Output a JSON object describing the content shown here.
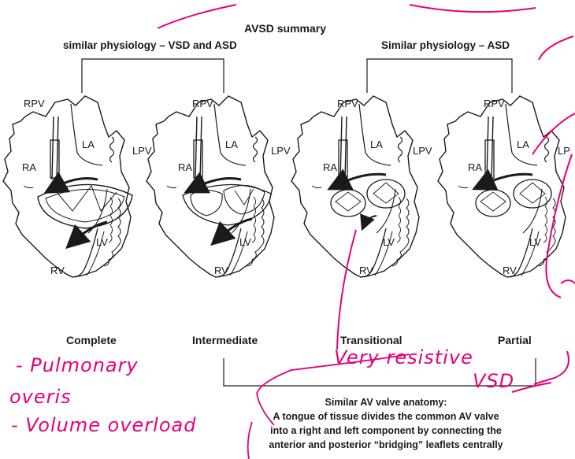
{
  "title": "AVSD summary",
  "brackets": [
    {
      "label": "similar physiology – VSD and ASD"
    },
    {
      "label": "Similar physiology – ASD"
    }
  ],
  "hearts": [
    {
      "caption": "Complete",
      "labels": {
        "rpv": "RPV",
        "la": "LA",
        "lpv": "LPV",
        "ra": "RA",
        "lv": "LV",
        "rv": "RV"
      }
    },
    {
      "caption": "Intermediate",
      "labels": {
        "rpv": "RPV",
        "la": "LA",
        "lpv": "LPV",
        "ra": "RA",
        "lv": "LV",
        "rv": "RV"
      }
    },
    {
      "caption": "Transitional",
      "labels": {
        "rpv": "RPV",
        "la": "LA",
        "lpv": "LPV",
        "ra": "RA",
        "lv": "LV",
        "rv": "RV"
      }
    },
    {
      "caption": "Partial",
      "labels": {
        "rpv": "RPV",
        "la": "LA",
        "lpv": "LP",
        "ra": "RA",
        "lv": "LV",
        "rv": "RV"
      }
    }
  ],
  "bottom_note": {
    "heading": "Similar AV valve anatomy:",
    "lines": [
      "A tongue of tissue divides the common AV valve",
      "into a right and left component by connecting the",
      "anterior and posterior “bridging” leaflets centrally"
    ]
  },
  "handwriting": {
    "left_1": "- Pulmonary",
    "left_2": "overis",
    "left_3": "- Volume overload",
    "middle": "Very resistive",
    "middle_2": "VSD"
  },
  "colors": {
    "ink": "#1a1a1a",
    "annotation": "#e6007e"
  }
}
